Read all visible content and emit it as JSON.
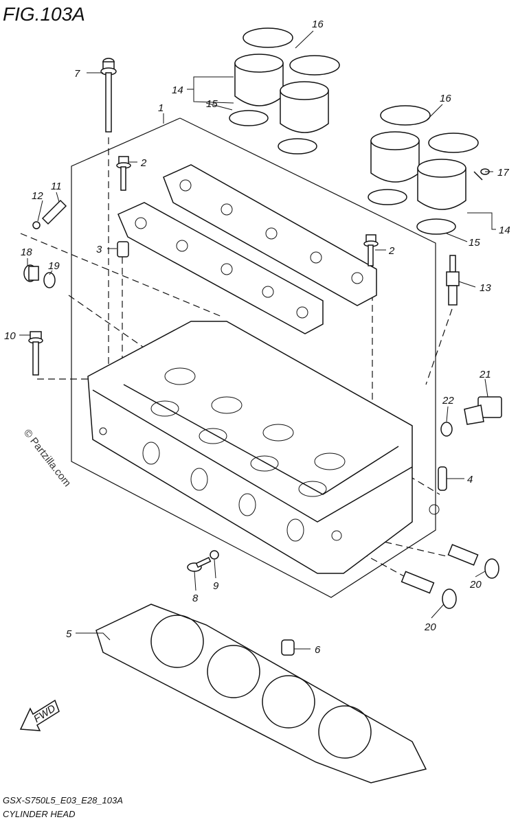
{
  "figure": {
    "title": "FIG.103A",
    "model_code": "GSX-S750L5_E03_E28_103A",
    "subtitle": "CYLINDER HEAD",
    "watermark": "© Partzilla.com",
    "direction_label": "FWD"
  },
  "callouts": [
    {
      "id": "c1",
      "label": "1"
    },
    {
      "id": "c2a",
      "label": "2"
    },
    {
      "id": "c2b",
      "label": "2"
    },
    {
      "id": "c3",
      "label": "3"
    },
    {
      "id": "c4",
      "label": "4"
    },
    {
      "id": "c5",
      "label": "5"
    },
    {
      "id": "c6",
      "label": "6"
    },
    {
      "id": "c7",
      "label": "7"
    },
    {
      "id": "c8",
      "label": "8"
    },
    {
      "id": "c9",
      "label": "9"
    },
    {
      "id": "c10",
      "label": "10"
    },
    {
      "id": "c11",
      "label": "11"
    },
    {
      "id": "c12",
      "label": "12"
    },
    {
      "id": "c13",
      "label": "13"
    },
    {
      "id": "c14a",
      "label": "14"
    },
    {
      "id": "c14b",
      "label": "14"
    },
    {
      "id": "c15a",
      "label": "15"
    },
    {
      "id": "c15b",
      "label": "15"
    },
    {
      "id": "c16a",
      "label": "16"
    },
    {
      "id": "c16b",
      "label": "16"
    },
    {
      "id": "c17",
      "label": "17"
    },
    {
      "id": "c18",
      "label": "18"
    },
    {
      "id": "c19",
      "label": "19"
    },
    {
      "id": "c20a",
      "label": "20"
    },
    {
      "id": "c20b",
      "label": "20"
    },
    {
      "id": "c21",
      "label": "21"
    },
    {
      "id": "c22",
      "label": "22"
    }
  ]
}
